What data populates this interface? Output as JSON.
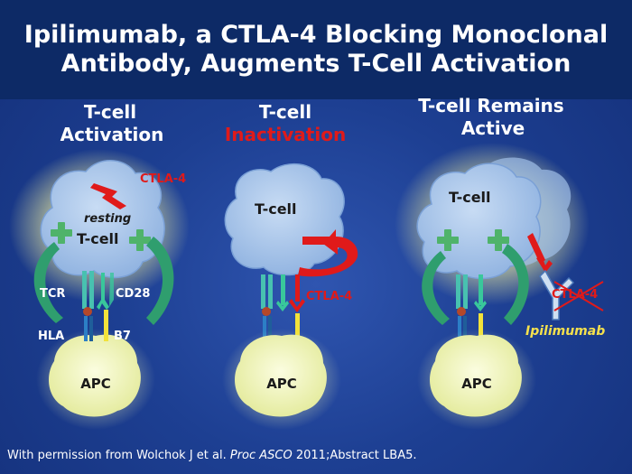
{
  "title": "Ipilimumab, a CTLA-4 Blocking Monoclonal Antibody, Augments T-Cell Activation",
  "panels": [
    {
      "heading": [
        "T-cell",
        "Activation"
      ],
      "cell_state": "resting",
      "cell_label": "T-cell",
      "ctla4_label": "CTLA-4",
      "tcr_label": "TCR",
      "cd28_label": "CD28",
      "hla_label": "HLA",
      "b7_label": "B7",
      "apc_label": "APC"
    },
    {
      "heading": [
        "T-cell",
        "Inactivation"
      ],
      "cell_label": "T-cell",
      "ctla4_label": "CTLA-4",
      "apc_label": "APC"
    },
    {
      "heading": [
        "T-cell Remains",
        "Active"
      ],
      "cell_label": "T-cell",
      "ctla4_label": "CTLA-4",
      "antibody_label": "Ipilimumab",
      "apc_label": "APC"
    }
  ],
  "footer": {
    "prefix": "With permission from Wolchok J et al. ",
    "journal": "Proc ASCO",
    "suffix": " 2011;Abstract LBA5."
  },
  "colors": {
    "title_bg": "#0d2a66",
    "slide_bg": "#1d3f92",
    "cell_fill": "#a9c6ec",
    "apc_fill": "#f3f6c6",
    "halo": "#fbfbb0",
    "plus": "#4fb36a",
    "arrow": "#2f9e6e",
    "ctla4": "#e01a1a",
    "heading_red": "#e01a1a",
    "antibody_label": "#f4e04d",
    "tcr_teal": "#48c1b0",
    "cd28_green": "#39c79b",
    "hla_blue": "#2c7fc6",
    "b7_yellow": "#f2e23a",
    "antigen": "#b4482a"
  }
}
